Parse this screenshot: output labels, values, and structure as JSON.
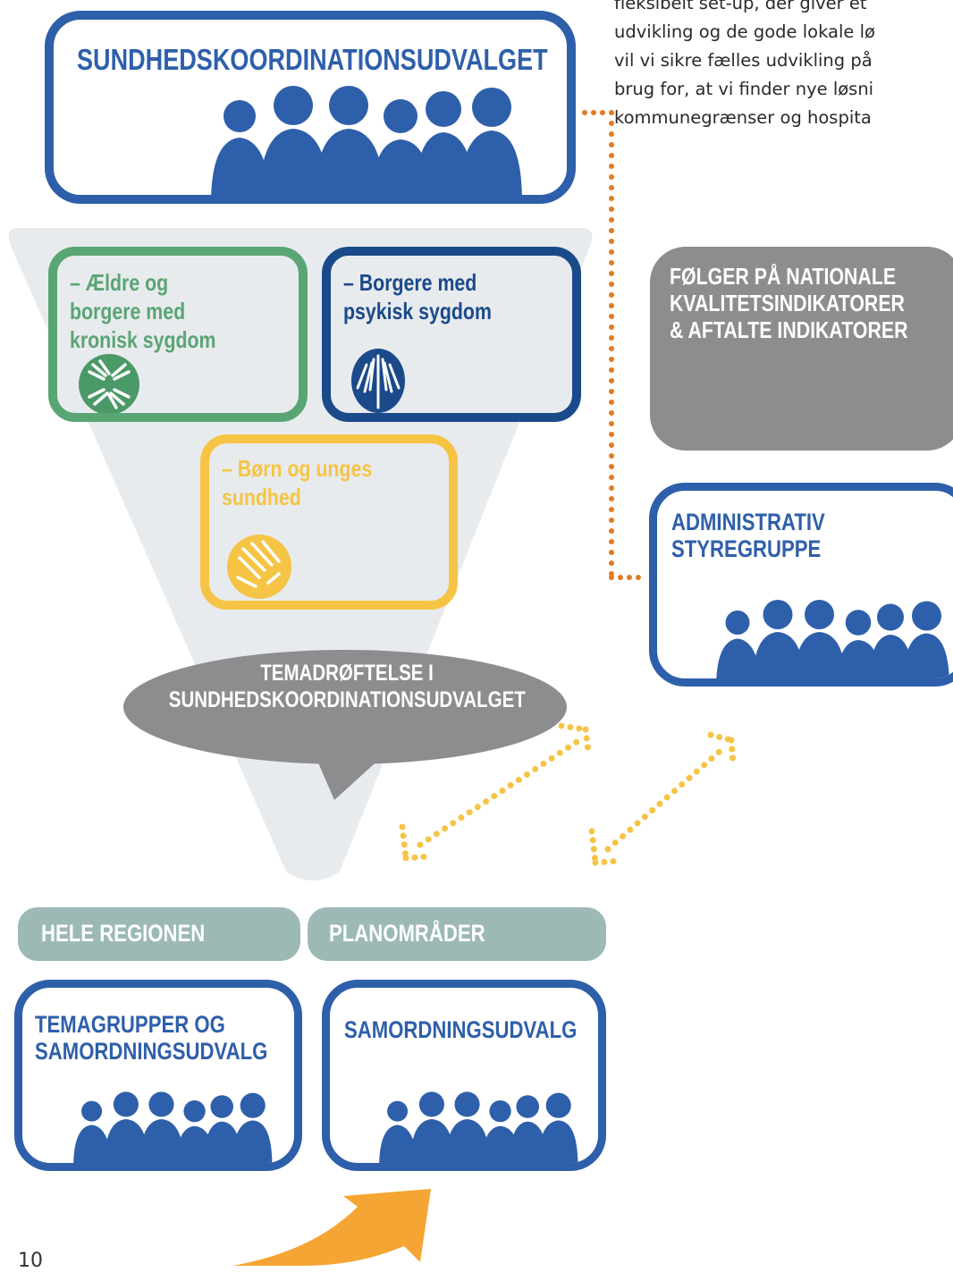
{
  "intro_text": {
    "lines": [
      "fleksibelt set-up, der giver et",
      "udvikling og de gode lokale lø",
      "vil vi sikre fælles udvikling på",
      "brug for, at vi finder nye løsni",
      "kommunegrænser og hospita"
    ]
  },
  "top_committee": {
    "title": "SUNDHEDSKOORDINATIONSUDVALGET"
  },
  "themes": [
    {
      "label_lines": [
        "– Ældre og",
        "borgere med",
        "kronisk sygdom"
      ],
      "color": "#5aa574"
    },
    {
      "label_lines": [
        "– Borgere med",
        "psykisk sygdom"
      ],
      "color": "#1b4a8a"
    },
    {
      "label_lines": [
        "– Børn og unges",
        "sundhed"
      ],
      "color": "#f6c445"
    }
  ],
  "speech_bubble": {
    "lines": [
      "TEMADRØFTELSE I",
      "SUNDHEDSKOORDINATIONSUDVALGET"
    ]
  },
  "indicators_box": {
    "lines": [
      "FØLGER PÅ NATIONALE",
      "KVALITETSINDIKATORER",
      "& AFTALTE INDIKATORER"
    ]
  },
  "admin_group": {
    "lines": [
      "ADMINISTRATIV",
      "STYREGRUPPE"
    ]
  },
  "pills": [
    {
      "label": "HELE REGIONEN"
    },
    {
      "label": "PLANOMRÅDER"
    }
  ],
  "bottom_boxes": [
    {
      "lines": [
        "TEMAGRUPPER OG",
        "SAMORDNINGSUDVALG"
      ]
    },
    {
      "lines": [
        "SAMORDNINGSUDVALG"
      ]
    }
  ],
  "page_number": "10",
  "colors": {
    "blue": "#2e5faa",
    "dark_blue": "#1b4a8a",
    "green": "#5aa574",
    "yellow": "#f6c445",
    "gray": "#8d8d8f",
    "funnel": "#e8ebee",
    "pill": "#9cb9b6",
    "orange_dots": "#e07b22",
    "yellow_dots": "#f6c445",
    "arrow": "#f5a533"
  },
  "icons": {
    "people": "people-silhouette-icon",
    "green_hands": "hands-circle-icon",
    "blue_hands": "praying-hands-icon",
    "yellow_hands": "hands-icon",
    "arrow": "curved-arrow-icon"
  }
}
